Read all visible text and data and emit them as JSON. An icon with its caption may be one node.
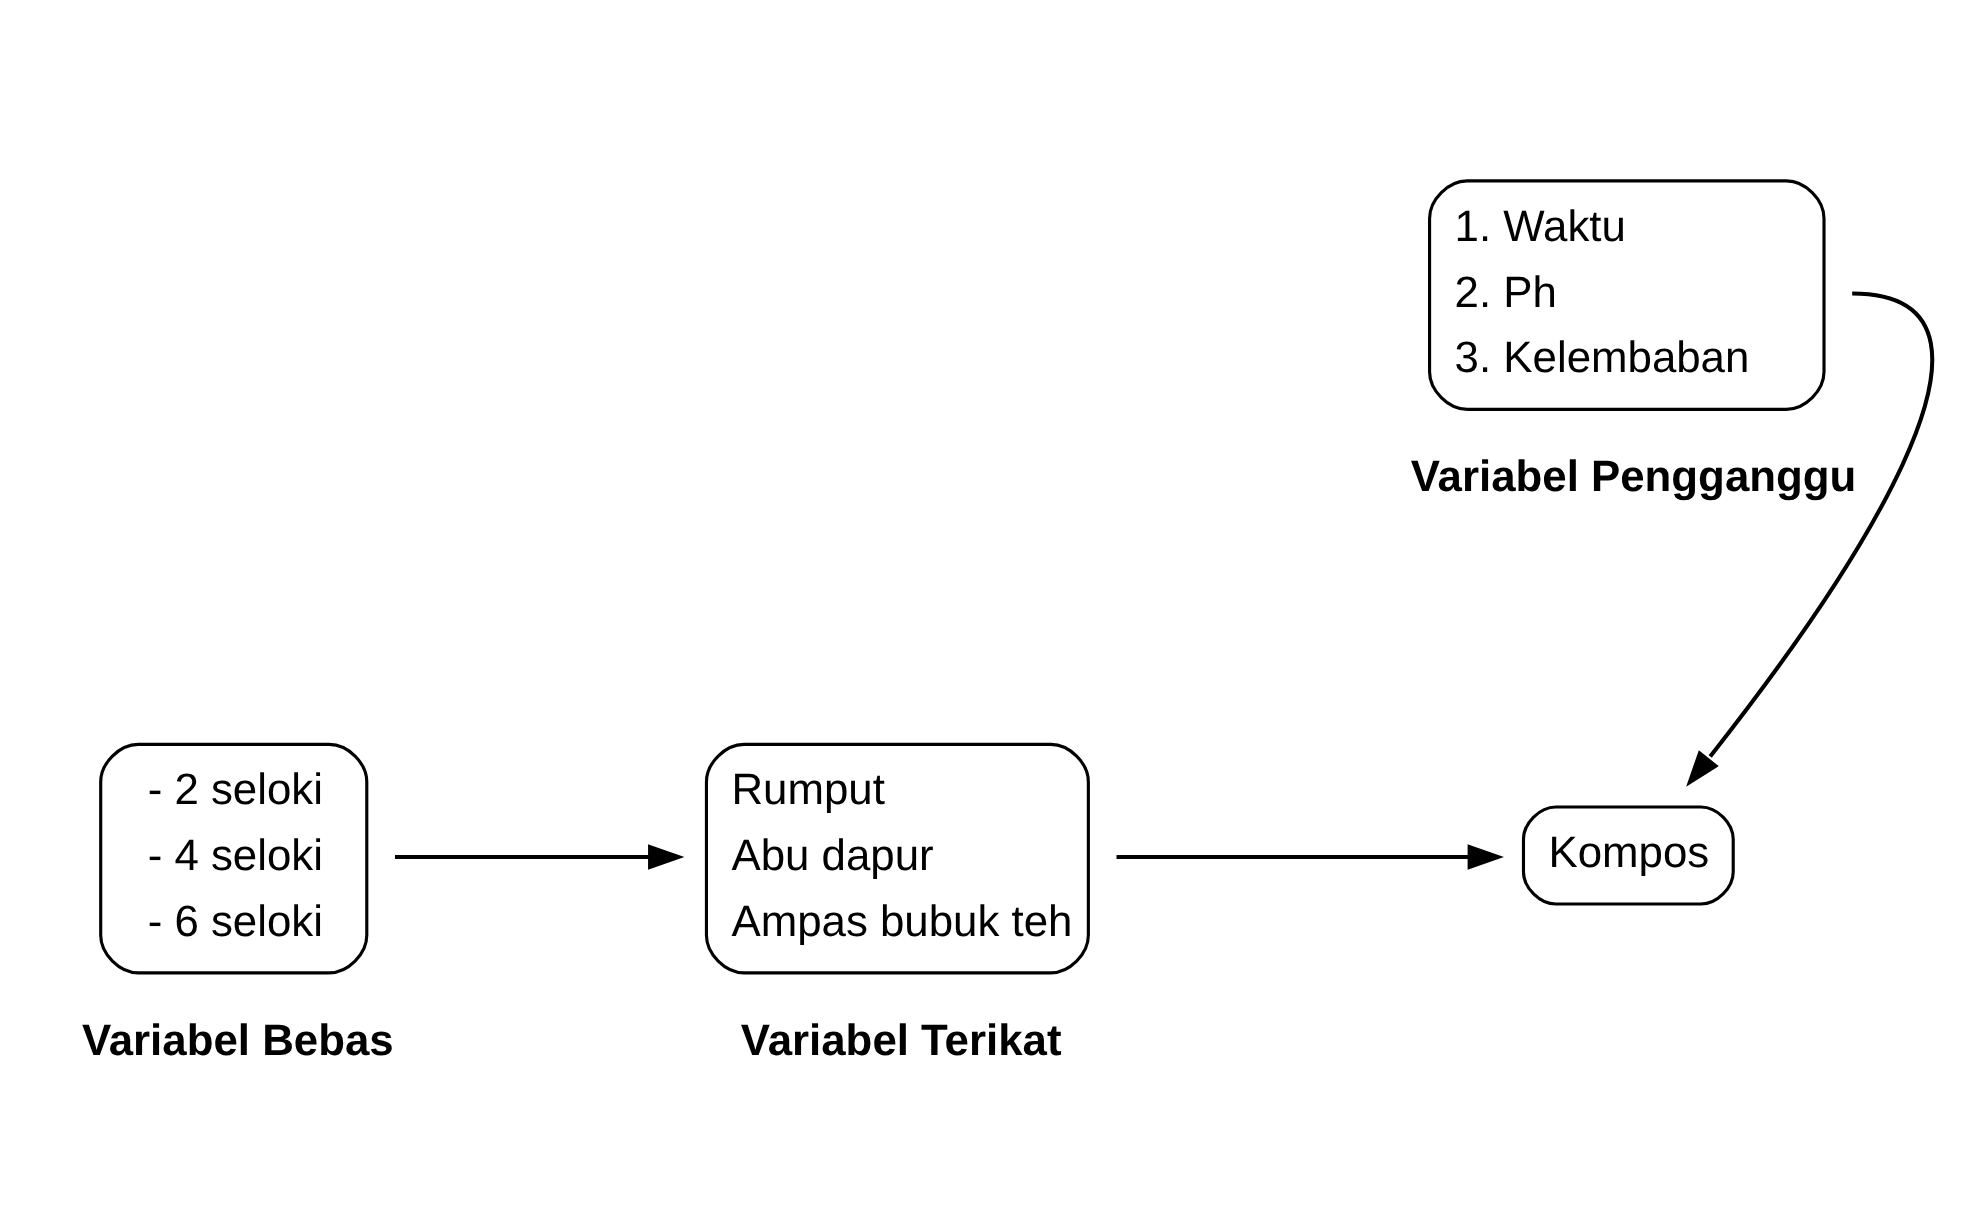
{
  "diagram": {
    "nodes": [
      {
        "text": [
          "- 2 seloki",
          "- 4 seloki",
          "- 6 seloki"
        ],
        "beside": [
          "Variabel Bebas"
        ]
      },
      {
        "text": [
          "Rumput",
          "Abu dapur",
          "Ampas bubuk teh"
        ],
        "beside": [
          "Variabel Terikat"
        ]
      },
      {
        "text": [
          "Kompos"
        ]
      },
      {
        "text": [
          "1. Waktu",
          "2. Ph",
          "3. Kelembaban"
        ],
        "beside": [
          "Variabel Pengganggu"
        ]
      }
    ],
    "edges": [
      {
        "from": 0,
        "to": 1,
        "arrow": "to"
      },
      {
        "from": 1,
        "to": 2,
        "arrow": "to"
      },
      {
        "from": 3,
        "to": 2,
        "arrow": "to"
      }
    ]
  }
}
